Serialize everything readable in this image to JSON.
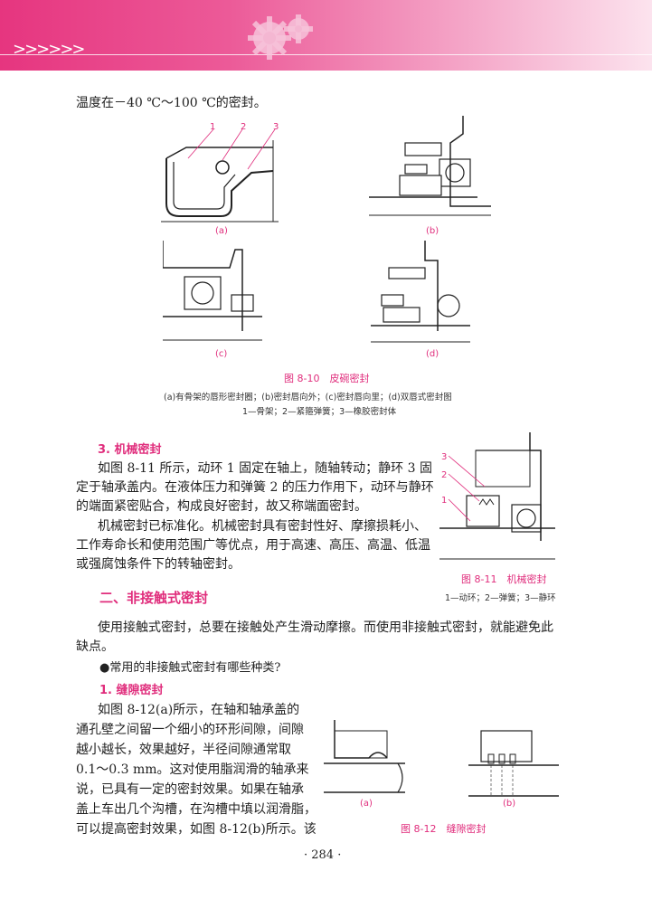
{
  "header": {
    "chevrons": ">>>>>>"
  },
  "intro_line": "温度在－40 ℃～100 ℃的密封。",
  "fig10": {
    "labels": [
      "1",
      "2",
      "3"
    ],
    "sub_a": "(a)",
    "sub_b": "(b)",
    "sub_c": "(c)",
    "sub_d": "(d)",
    "caption": "图 8-10　皮碗密封",
    "note1": "(a)有骨架的唇形密封圈；(b)密封唇向外；(c)密封唇向里；(d)双唇式密封图",
    "note2": "1—骨架；2—紧箍弹簧；3—橡胶密封体"
  },
  "section3": {
    "title": "3. 机械密封",
    "p1_l1": "如图 8-11 所示，动环 1 固定在轴上，随轴转动；静环 3 固",
    "p1_l2": "定于轴承盖内。在液体压力和弹簧 2 的压力作用下，动环与静环",
    "p1_l3": "的端面紧密贴合，构成良好密封，故又称端面密封。",
    "p2_l1": "机械密封已标准化。机械密封具有密封性好、摩擦损耗小、",
    "p2_l2": "工作寿命长和使用范围广等优点，用于高速、高压、高温、低温",
    "p2_l3": "或强腐蚀条件下的转轴密封。"
  },
  "fig11": {
    "labels": [
      "3",
      "2",
      "1"
    ],
    "caption": "图 8-11　机械密封",
    "note": "1—动环；2—弹簧；3—静环"
  },
  "section2": {
    "title": "二、非接触式密封",
    "p1_l1": "使用接触式密封，总要在接触处产生滑动摩擦。而使用非接触式密封，就能避免此",
    "p1_l2": "缺点。",
    "question": "●常用的非接触式密封有哪些种类?",
    "sub1": "1. 缝隙密封",
    "p2_l1": "如图 8-12(a)所示，在轴和轴承盖的",
    "p2_l2": "通孔壁之间留一个细小的环形间隙，间隙",
    "p2_l3": "越小越长，效果越好，半径间隙通常取",
    "p2_l4": "0.1～0.3 mm。这对使用脂润滑的轴承来",
    "p2_l5": "说，已具有一定的密封效果。如果在轴承",
    "p2_l6": "盖上车出几个沟槽，在沟槽中填以润滑脂，",
    "p2_l7": "可以提高密封效果，如图 8-12(b)所示。该"
  },
  "fig12": {
    "sub_a": "(a)",
    "sub_b": "(b)",
    "caption": "图 8-12　缝隙密封"
  },
  "page_number": "· 284 ·"
}
